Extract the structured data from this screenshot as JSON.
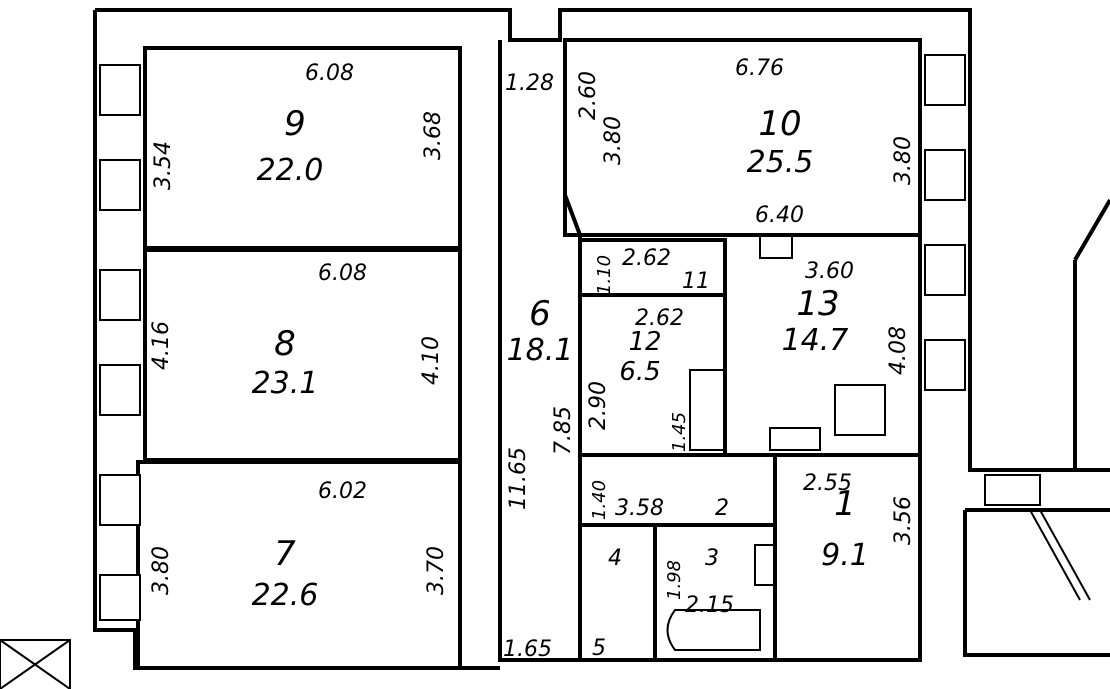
{
  "rooms": [
    {
      "id": "9",
      "area": "22.0"
    },
    {
      "id": "8",
      "area": "23.1"
    },
    {
      "id": "7",
      "area": "22.6"
    },
    {
      "id": "10",
      "area": "25.5"
    },
    {
      "id": "6",
      "area": "18.1"
    },
    {
      "id": "13",
      "area": "14.7"
    },
    {
      "id": "12",
      "area": "6.5"
    },
    {
      "id": "1",
      "area": "9.1"
    },
    {
      "id": "11"
    },
    {
      "id": "2"
    },
    {
      "id": "3"
    },
    {
      "id": "4"
    },
    {
      "id": "5"
    }
  ],
  "dimensions": [
    "6.08",
    "3.54",
    "3.68",
    "6.08",
    "4.16",
    "4.10",
    "6.02",
    "3.80",
    "3.70",
    "1.28",
    "2.60",
    "3.80",
    "6.76",
    "3.80",
    "6.40",
    "3.60",
    "4.08",
    "2.62",
    "2.62",
    "1.10",
    "2.90",
    "1.45",
    "7.85",
    "11.65",
    "1.40",
    "3.58",
    "2.55",
    "3.56",
    "1.98",
    "2.15",
    "1.65"
  ]
}
